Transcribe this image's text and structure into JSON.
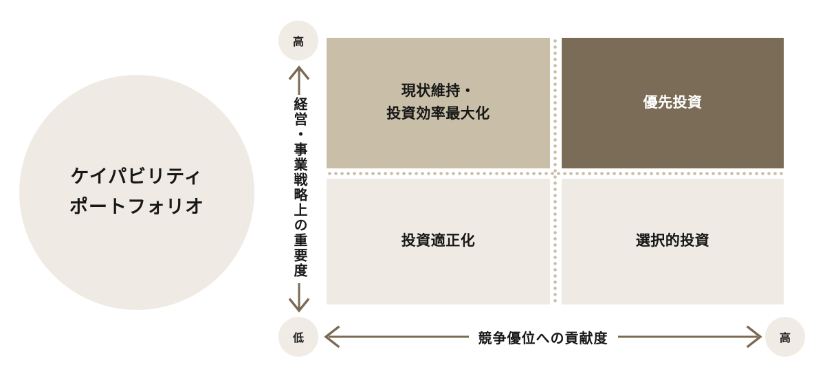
{
  "title_circle": {
    "line1": "ケイパビリティ",
    "line2": "ポートフォリオ",
    "background_color": "#efebe4"
  },
  "vertical_axis": {
    "label": "経営・事業戦略上の重要度",
    "high_badge": "高",
    "low_badge": "低",
    "arrow_up_icon": "arrow-up-icon",
    "arrow_down_icon": "arrow-down-icon",
    "arrow_color": "#7a6a54"
  },
  "horizontal_axis": {
    "label": "競争優位への貢献度",
    "low_badge": "低",
    "high_badge": "高",
    "arrow_left_icon": "arrow-left-icon",
    "arrow_right_icon": "arrow-right-icon",
    "arrow_color": "#7a6a54"
  },
  "matrix": {
    "quadrants": [
      {
        "id": "top-left",
        "label": "現状維持・\n投資効率最大化",
        "line1": "現状維持・",
        "line2": "投資効率最大化",
        "background_color": "#c9bfa9",
        "text_color": "#171717"
      },
      {
        "id": "top-right",
        "label": "優先投資",
        "background_color": "#7a6c57",
        "text_color": "#ffffff"
      },
      {
        "id": "bottom-left",
        "label": "投資適正化",
        "background_color": "#efebe4",
        "text_color": "#171717"
      },
      {
        "id": "bottom-right",
        "label": "選択的投資",
        "background_color": "#efebe4",
        "text_color": "#171717"
      }
    ],
    "divider_color": "#c9bfa9",
    "divider_style": "dotted"
  }
}
